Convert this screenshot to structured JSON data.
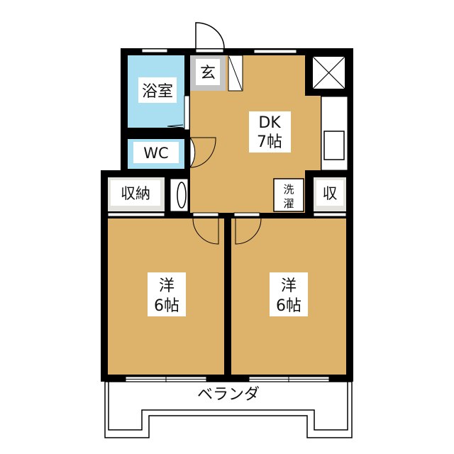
{
  "colors": {
    "wall": "#000000",
    "wood": "#ddb36c",
    "bath": "#a9dff0",
    "entrance": "#c4c4c4",
    "storage": "#e4e2dc",
    "label_bg": "#ffffff"
  },
  "rooms": {
    "bath": {
      "label": "浴室"
    },
    "wc": {
      "label": "WC"
    },
    "entrance": {
      "label": "玄"
    },
    "dk": {
      "line1": "DK",
      "line2": "7帖"
    },
    "storage_left": {
      "label": "収納"
    },
    "laundry": {
      "line1": "洗",
      "line2": "濯"
    },
    "storage_right": {
      "label": "収"
    },
    "western_left": {
      "line1": "洋",
      "line2": "6帖"
    },
    "western_right": {
      "line1": "洋",
      "line2": "6帖"
    },
    "balcony": {
      "label": "ベランダ"
    }
  }
}
